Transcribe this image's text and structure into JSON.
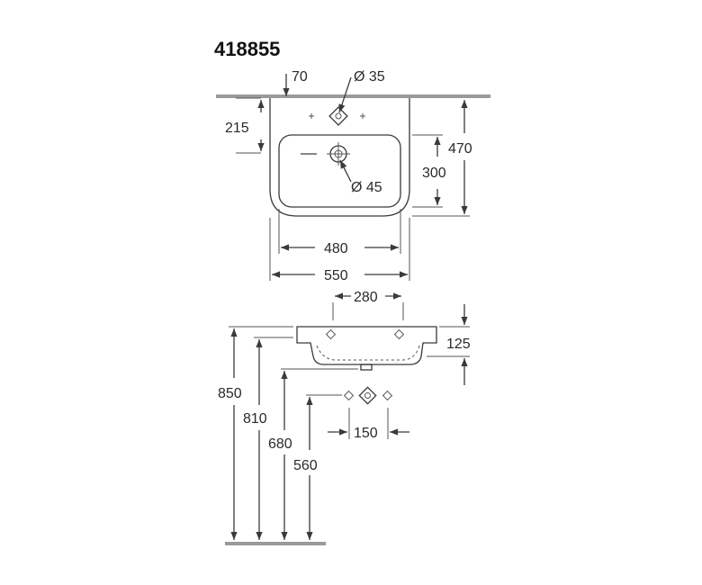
{
  "model_number": "418855",
  "top_view": {
    "dim_overflow_offset": "70",
    "dim_tap_hole": "Ø 35",
    "dim_tap_height": "215",
    "dim_drain": "Ø 45",
    "dim_bowl_depth": "300",
    "dim_total_depth": "470",
    "dim_bowl_width": "480",
    "dim_total_width": "550"
  },
  "side_view": {
    "dim_bowl_width": "280",
    "dim_rim_height": "125",
    "dim_tap_spacing": "150",
    "height_top": "850",
    "height_rim": "810",
    "height_bottom": "680",
    "height_siphon": "560"
  }
}
